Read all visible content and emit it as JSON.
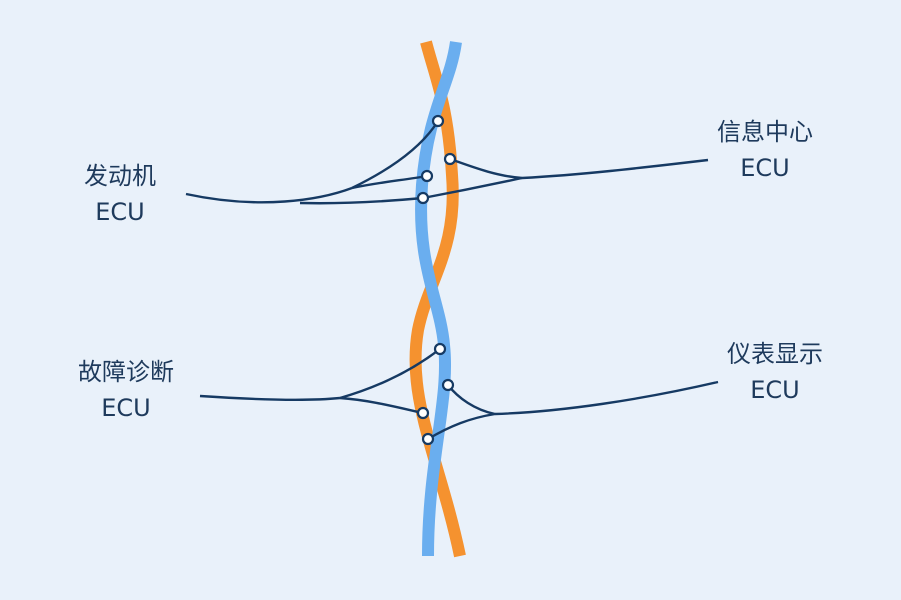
{
  "nodes": {
    "engine": {
      "name": "发动机",
      "type": "ECU"
    },
    "diagnostics": {
      "name": "故障诊断",
      "type": "ECU"
    },
    "infotainment": {
      "name": "信息中心",
      "type": "ECU"
    },
    "instrument": {
      "name": "仪表显示",
      "type": "ECU"
    }
  },
  "colors": {
    "background": "#e9f1fa",
    "wire_blue": "#6aaeef",
    "wire_orange": "#f5922f",
    "stub_line": "#163a63",
    "tap_fill": "#ffffff"
  }
}
